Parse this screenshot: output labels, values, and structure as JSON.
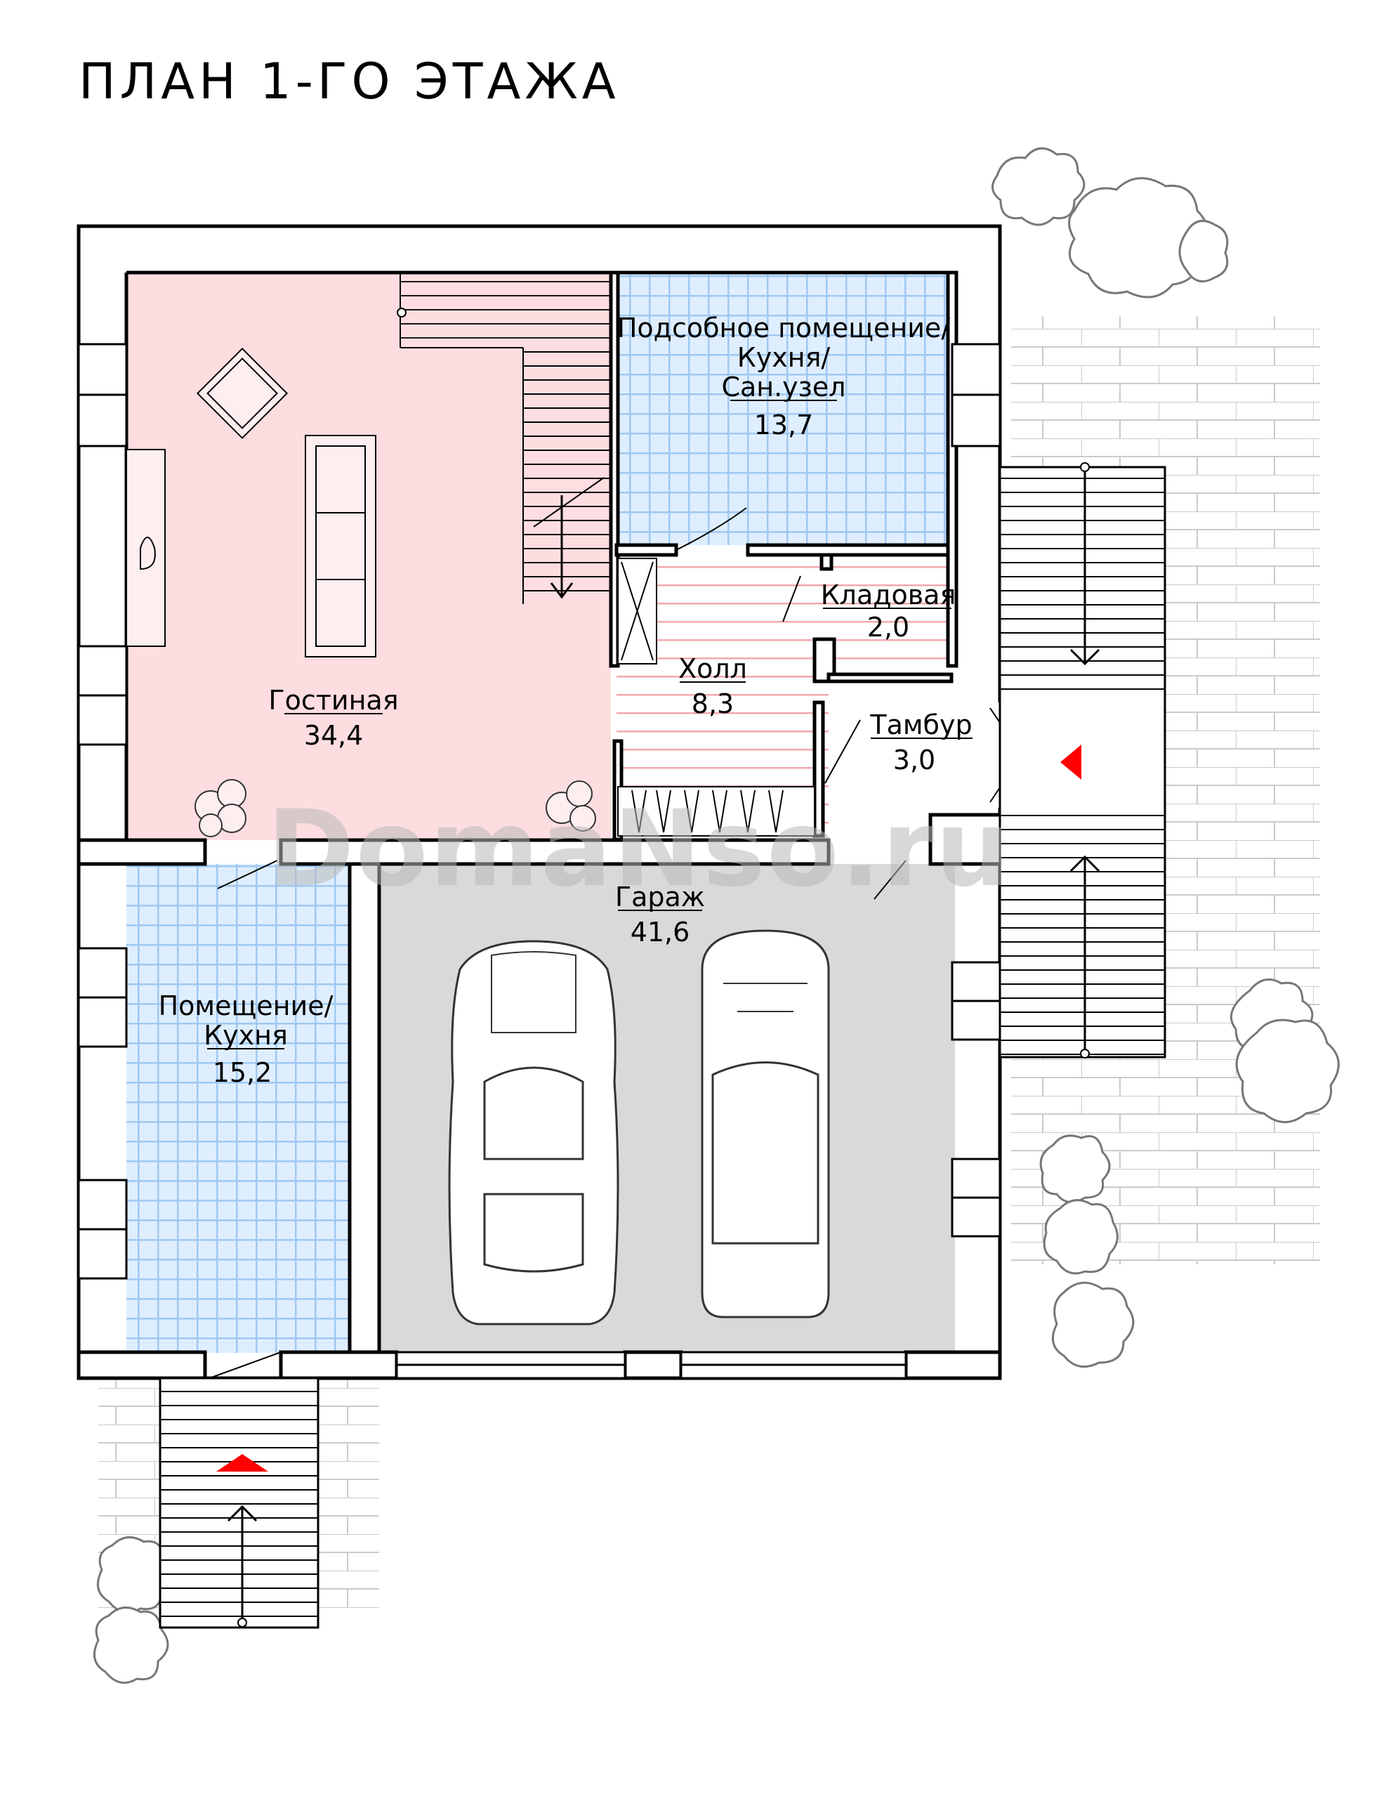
{
  "title": "ПЛАН  1-ГО  ЭТАЖА",
  "watermark": "DomaNso.ru",
  "rooms": [
    {
      "id": "living",
      "lines": [
        "Гостиная"
      ],
      "area": "34,4",
      "fill": "#fddde0"
    },
    {
      "id": "utility",
      "lines": [
        "Подсобное помещение/",
        "Кухня/",
        "Сан.узел"
      ],
      "area": "13,7",
      "fill": "#dfeeff"
    },
    {
      "id": "pantry",
      "lines": [
        "Кладовая"
      ],
      "area": "2,0",
      "fill": "#ffffff"
    },
    {
      "id": "hall",
      "lines": [
        "Холл"
      ],
      "area": "8,3",
      "fill": "#ffffff"
    },
    {
      "id": "vestibule",
      "lines": [
        "Тамбур"
      ],
      "area": "3,0",
      "fill": "#ffffff"
    },
    {
      "id": "garage",
      "lines": [
        "Гараж"
      ],
      "area": "41,6",
      "fill": "#d9d9d9"
    },
    {
      "id": "room-kitchen",
      "lines": [
        "Помещение/",
        "Кухня"
      ],
      "area": "15,2",
      "fill": "#dfeeff"
    }
  ],
  "colors": {
    "living": "#fddde0",
    "tile": "#dfeeff",
    "tile_grid": "#9fc8f2",
    "hall_stripes": "#f2a8ae",
    "garage": "#d9d9d9",
    "entrance_marker": "#ff0000",
    "wall": "#000000"
  },
  "icons": [
    "armchair-icon",
    "sofa-icon",
    "tv-icon",
    "plant-icon",
    "car-icon",
    "stair-arrow-icon",
    "entrance-arrow-icon",
    "tree-icon",
    "paving-icon"
  ]
}
